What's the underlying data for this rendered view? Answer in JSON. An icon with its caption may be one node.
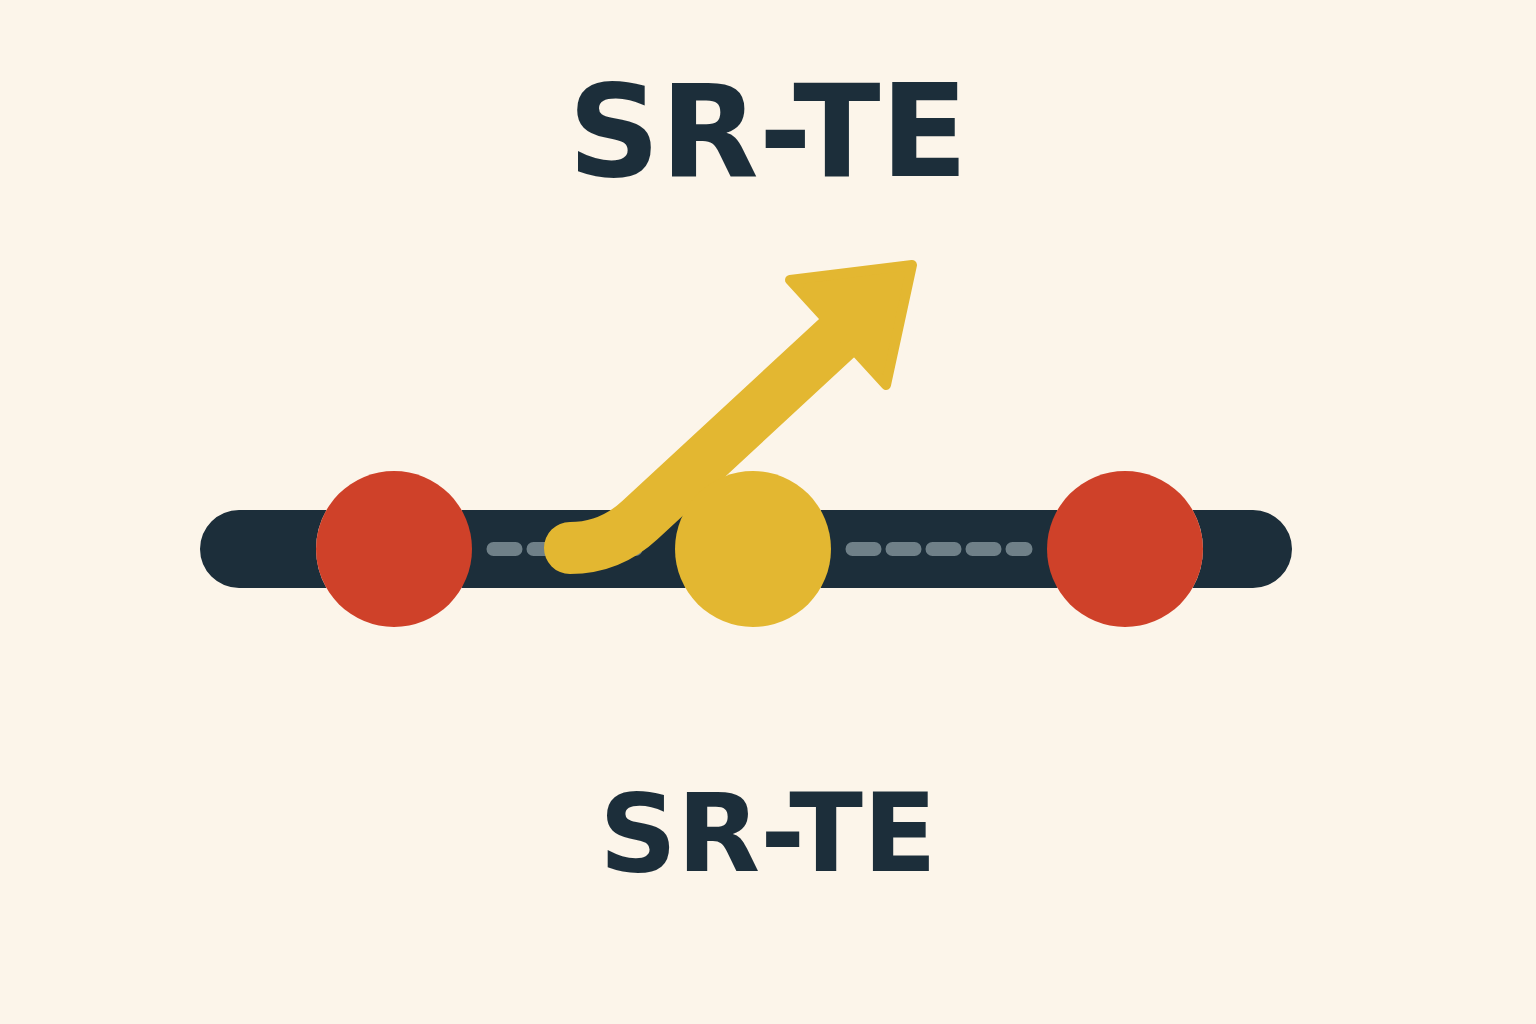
{
  "diagram": {
    "title": "SR-TE",
    "nodes": [
      {
        "text": [],
        "shape": "circle"
      },
      {
        "text": [],
        "shape": "circle"
      },
      {
        "text": [],
        "shape": "circle"
      }
    ],
    "edges": [
      {
        "from": 0,
        "to": 1,
        "arrow": "none"
      },
      {
        "from": 1,
        "to": 2,
        "arrow": "none"
      }
    ],
    "labels": [
      "SR-TE"
    ]
  }
}
